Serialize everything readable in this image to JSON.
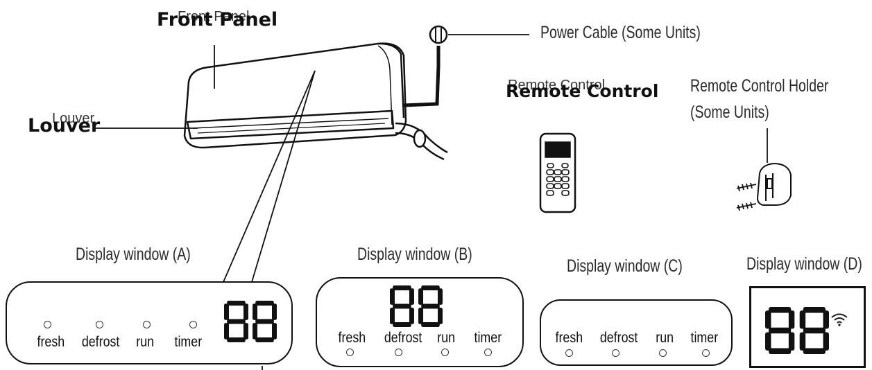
{
  "callouts": {
    "front_panel": "Front Panel",
    "front_panel_ghost": "Front Panel",
    "louver": "Louver",
    "louver_ghost": "Louver",
    "power_cable": "Power Cable (Some Units)",
    "remote_control": "Remote Control",
    "remote_control_ghost": "Remote Control",
    "remote_holder_line1": "Remote Control Holder",
    "remote_holder_line2": "(Some Units)"
  },
  "displays": {
    "a": {
      "title": "Display window (A)",
      "digits": "88",
      "indicators": [
        "fresh",
        "defrost",
        "run",
        "timer"
      ]
    },
    "b": {
      "title": "Display window (B)",
      "digits": "88",
      "indicators": [
        "fresh",
        "defrost",
        "run",
        "timer"
      ]
    },
    "c": {
      "title": "Display window (C)",
      "indicators": [
        "fresh",
        "defrost",
        "run",
        "timer"
      ]
    },
    "d": {
      "title": "Display window (D)",
      "digits": "88",
      "icon": "wifi-icon"
    }
  }
}
